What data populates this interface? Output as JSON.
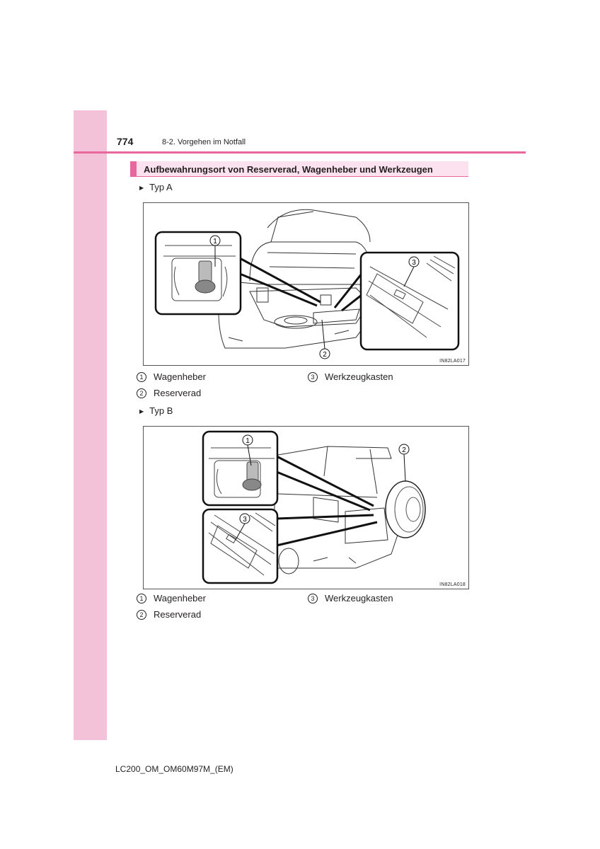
{
  "header": {
    "page_number": "774",
    "section": "8-2. Vorgehen im Notfall"
  },
  "heading": "Aufbewahrungsort von Reserverad, Wagenheber und Werkzeugen",
  "type_a": {
    "label": "Typ A",
    "figure_code": "IN82LA017",
    "callouts": [
      "1",
      "2",
      "3"
    ],
    "legend": [
      {
        "num": "1",
        "text": "Wagenheber"
      },
      {
        "num": "2",
        "text": "Reserverad"
      },
      {
        "num": "3",
        "text": "Werkzeugkasten"
      }
    ]
  },
  "type_b": {
    "label": "Typ B",
    "figure_code": "IN82LA018",
    "callouts": [
      "1",
      "2",
      "3"
    ],
    "legend": [
      {
        "num": "1",
        "text": "Wagenheber"
      },
      {
        "num": "2",
        "text": "Reserverad"
      },
      {
        "num": "3",
        "text": "Werkzeugkasten"
      }
    ]
  },
  "footer": {
    "doc_code": "LC200_OM_OM60M97M_(EM)"
  },
  "colors": {
    "accent": "#e8679d",
    "sidebar": "#f3c2d8",
    "heading_bg": "#fbe2ee"
  }
}
